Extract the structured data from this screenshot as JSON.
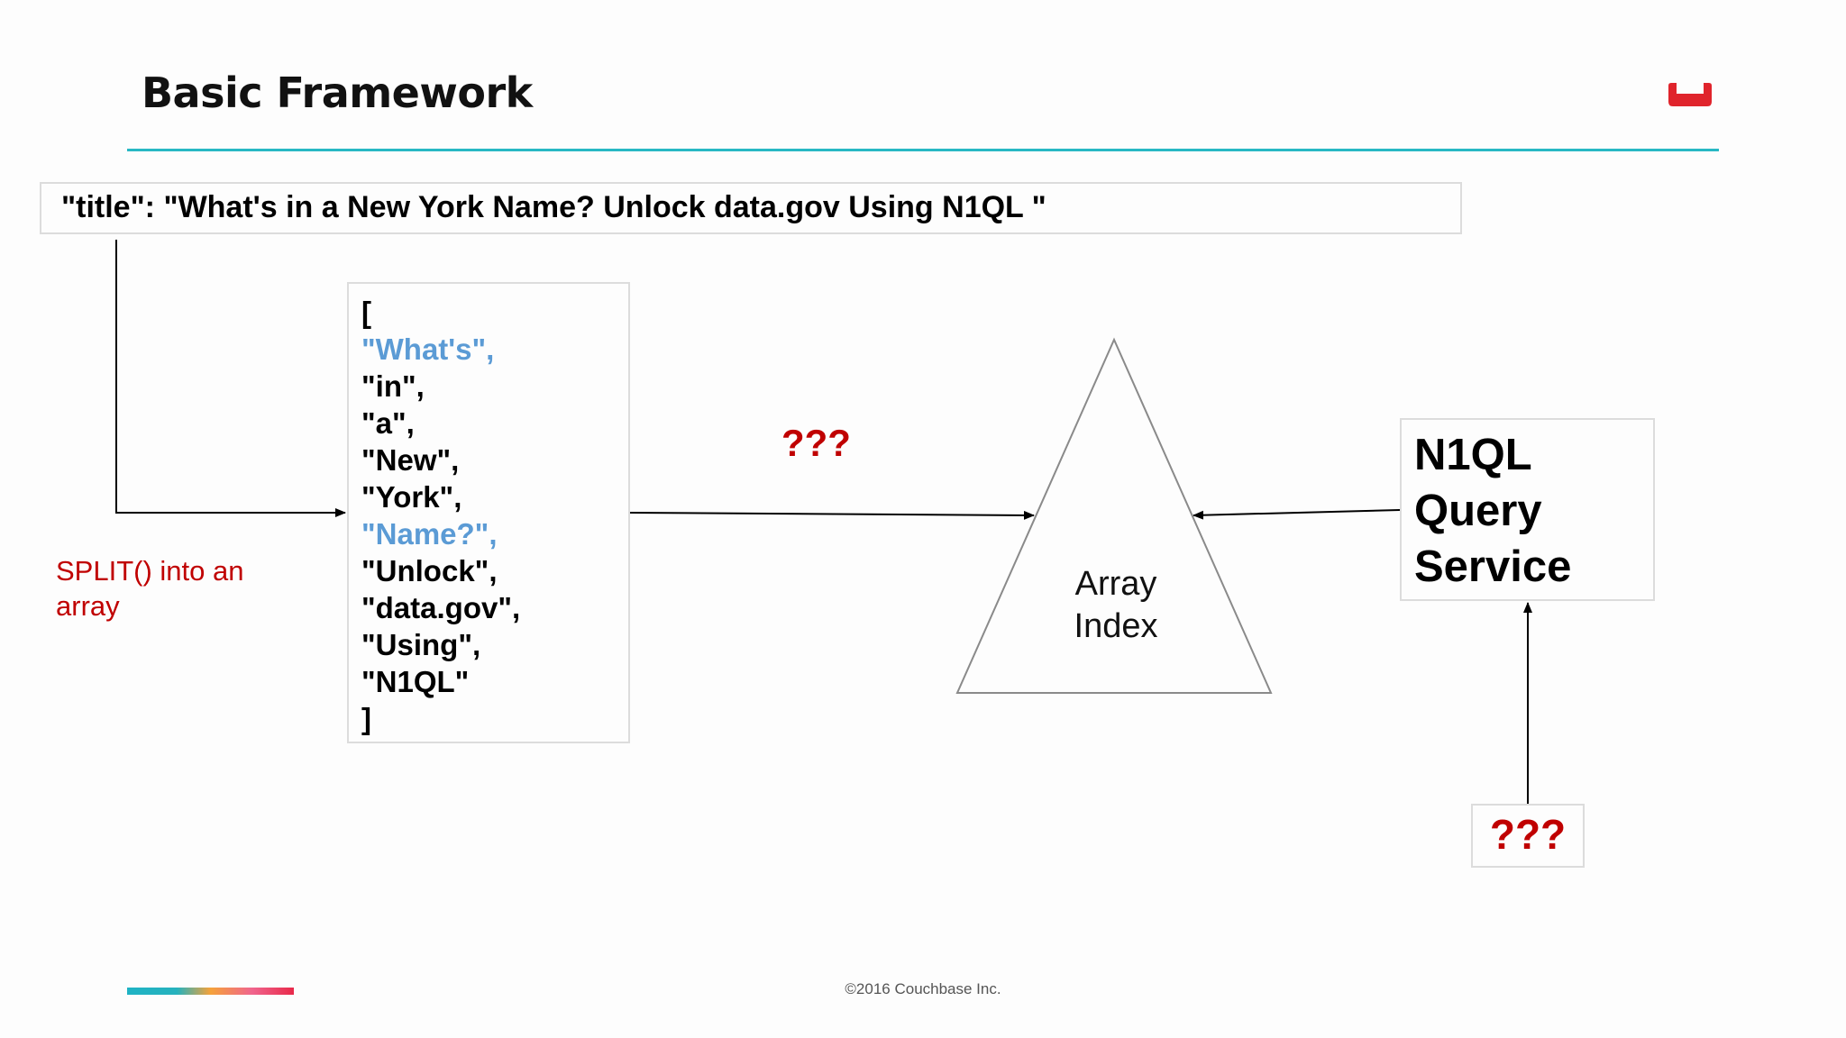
{
  "slide": {
    "title": "Basic Framework",
    "footer": "©2016 Couchbase Inc."
  },
  "diagram": {
    "source_text": "\"title\": \"What's in a New York Name? Unlock data.gov Using N1QL \"",
    "split_label": "SPLIT() into an array",
    "array_open": "[",
    "array_items": [
      {
        "text": "\"What's\",",
        "highlight": true
      },
      {
        "text": "\"in\",",
        "highlight": false
      },
      {
        "text": "\"a\",",
        "highlight": false
      },
      {
        "text": "\"New\",",
        "highlight": false
      },
      {
        "text": "\"York\",",
        "highlight": false
      },
      {
        "text": "\"Name?\",",
        "highlight": true
      },
      {
        "text": "\"Unlock\",",
        "highlight": false
      },
      {
        "text": "\"data.gov\",",
        "highlight": false
      },
      {
        "text": "\"Using\",",
        "highlight": false
      },
      {
        "text": "\"N1QL\"",
        "highlight": false
      }
    ],
    "array_close": "]",
    "unknown_step_label": "???",
    "array_index_label": "Array Index",
    "query_service_lines": [
      "N1QL",
      "Query",
      "Service"
    ],
    "unknown_input_label": "???"
  },
  "colors": {
    "accent_rule": "#28b8c4",
    "highlight_word": "#5b9bd5",
    "question_red": "#c00000",
    "logo_red": "#e0242c"
  },
  "icons": {
    "logo": "couchbase-logo"
  }
}
